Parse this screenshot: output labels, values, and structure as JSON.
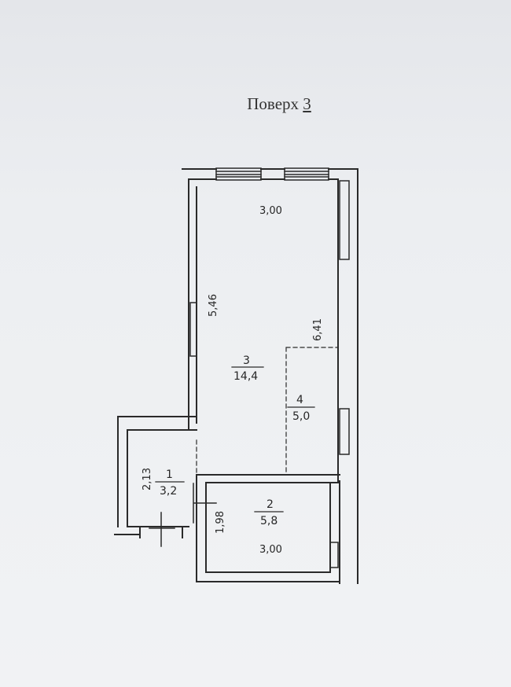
{
  "header": {
    "title_prefix": "Поверх",
    "floor_number": "3"
  },
  "rooms": [
    {
      "number": "1",
      "area": "3,2"
    },
    {
      "number": "2",
      "area": "5,8"
    },
    {
      "number": "3",
      "area": "14,4"
    },
    {
      "number": "4",
      "area": "5,0"
    }
  ],
  "dimensions": {
    "room3_width": "3,00",
    "room3_length": "5,46",
    "loggia_length": "6,41",
    "room1_length": "2,13",
    "room2_length": "1,98",
    "room2_width": "3,00"
  },
  "colors": {
    "ink": "#2a2a2a",
    "paper": "#eceef1"
  }
}
